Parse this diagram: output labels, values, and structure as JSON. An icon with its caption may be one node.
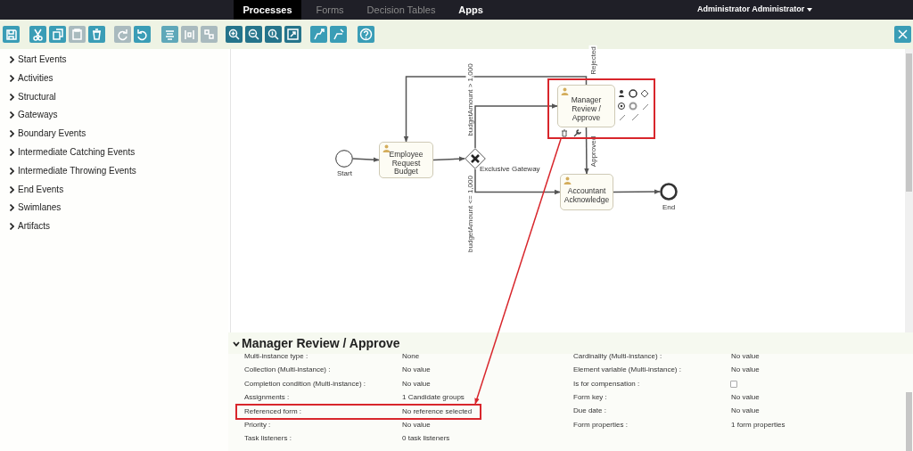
{
  "diagram": {
    "nodes": [
      {
        "text": [],
        "shape": "circle",
        "beside": [
          "Start"
        ]
      },
      {
        "text": [
          "Employee Request Budget"
        ]
      },
      {
        "text": [],
        "shape": "diamond",
        "beside": [
          "Exclusive Gateway"
        ]
      },
      {
        "text": [],
        "shape": "box"
      },
      {
        "text": [
          "Manager Review / Approve"
        ],
        "in": 3
      },
      {
        "text": [
          "Accountant Acknowledge"
        ]
      },
      {
        "text": [],
        "shape": "circle",
        "beside": [
          "End"
        ]
      },
      {
        "text": [
          "Referenced form :",
          "No reference selected"
        ]
      }
    ],
    "edges": [
      {
        "from": 0,
        "to": 1,
        "arrow": "to"
      },
      {
        "from": 1,
        "to": 2,
        "arrow": "to"
      },
      {
        "from": 2,
        "to": 4,
        "arrow": "to",
        "label": "budgetAmount > 1,000"
      },
      {
        "from": 2,
        "to": 5,
        "arrow": "to",
        "label": "budgetAmount <= 1,000"
      },
      {
        "from": 4,
        "to": 1,
        "arrow": "to",
        "label": "Rejected"
      },
      {
        "from": 4,
        "to": 5,
        "arrow": "to",
        "label": "Approved"
      },
      {
        "from": 5,
        "to": 6,
        "arrow": "to"
      },
      {
        "from": 3,
        "to": 7,
        "arrow": "to",
        "color": "#d8262c"
      }
    ],
    "labels": [
      "Processes",
      "Forms",
      "Decision Tables",
      "Apps",
      "Administrator Administrator",
      "Start Events",
      "Activities",
      "Structural",
      "Gateways",
      "Boundary Events",
      "Intermediate Catching Events",
      "Intermediate Throwing Events",
      "End Events",
      "Swimlanes",
      "Artifacts",
      "Manager Review / Approve",
      "Multi-instance type :",
      "None",
      "Cardinality (Multi-instance) :",
      "No value",
      "Collection (Multi-instance) :",
      "No value",
      "Element variable (Multi-instance) :",
      "No value",
      "Completion condition (Multi-instance) :",
      "No value",
      "Is for compensation :",
      "Assignments :",
      "1 Candidate groups",
      "Form key :",
      "No value",
      "Due date :",
      "No value",
      "Priority :",
      "No value",
      "Form properties :",
      "1 form properties",
      "Task listeners :",
      "0 task listeners"
    ]
  }
}
